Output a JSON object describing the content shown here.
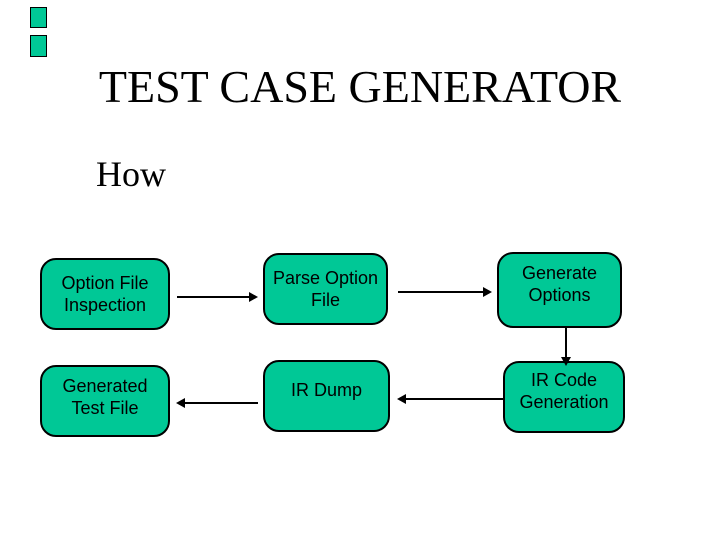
{
  "slide": {
    "title": "TEST CASE GENERATOR",
    "subtitle": "How"
  },
  "colors": {
    "background": "#ffffff",
    "box_fill": "#00c896",
    "box_border": "#000000",
    "arrow": "#000000",
    "text": "#000000"
  },
  "decor": {
    "top_left_bars": {
      "count": 2,
      "color": "#00c896"
    }
  },
  "flow": {
    "boxes": [
      {
        "id": "option-file-inspection",
        "lines": [
          "Option File",
          "Inspection"
        ]
      },
      {
        "id": "parse-option-file",
        "lines": [
          "Parse Option",
          "File"
        ]
      },
      {
        "id": "generate-options",
        "lines": [
          "Generate",
          "Options"
        ]
      },
      {
        "id": "generated-test-file",
        "lines": [
          "Generated",
          "Test File"
        ]
      },
      {
        "id": "ir-dump",
        "lines": [
          "IR Dump"
        ]
      },
      {
        "id": "ir-code-generation",
        "lines": [
          "IR Code",
          "Generation"
        ]
      }
    ],
    "arrows": [
      {
        "from": "option-file-inspection",
        "to": "parse-option-file",
        "direction": "right"
      },
      {
        "from": "parse-option-file",
        "to": "generate-options",
        "direction": "right"
      },
      {
        "from": "generate-options",
        "to": "ir-code-generation",
        "direction": "down"
      },
      {
        "from": "ir-code-generation",
        "to": "ir-dump",
        "direction": "left"
      },
      {
        "from": "ir-dump",
        "to": "generated-test-file",
        "direction": "left"
      }
    ]
  }
}
